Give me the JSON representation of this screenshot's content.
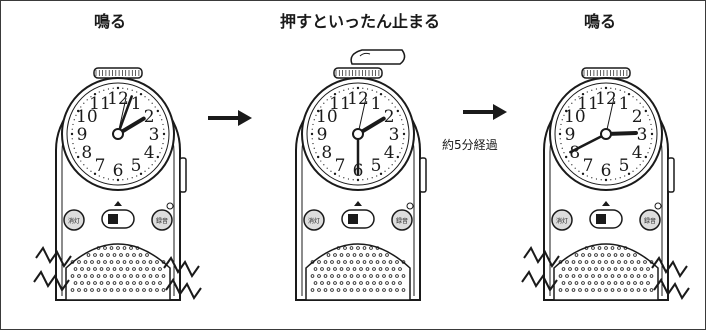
{
  "steps": [
    {
      "title": "鳴る"
    },
    {
      "title": "押すといったん止まる"
    },
    {
      "title": "鳴る"
    }
  ],
  "interval_label": "約5分経過",
  "clock": {
    "numerals": [
      "12",
      "1",
      "2",
      "3",
      "4",
      "5",
      "6",
      "7",
      "8",
      "9",
      "10",
      "11"
    ],
    "left_button_label": "消灯",
    "right_button_label": "録音",
    "hands": [
      {
        "hour_angle": 59,
        "minute_angle": 20
      },
      {
        "hour_angle": 59,
        "minute_angle": 180
      },
      {
        "hour_angle": 88,
        "minute_angle": 243
      }
    ]
  },
  "colors": {
    "ink": "#1a1a1a",
    "bg": "#ffffff"
  }
}
